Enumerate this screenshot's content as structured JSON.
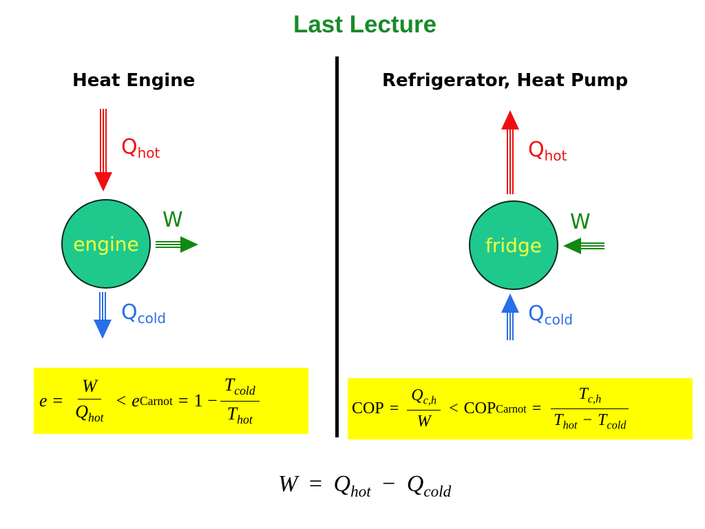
{
  "title": "Last Lecture",
  "left": {
    "heading": "Heat Engine",
    "circle_label": "engine",
    "q_hot": {
      "main": "Q",
      "sub": "hot"
    },
    "q_cold": {
      "main": "Q",
      "sub": "cold"
    },
    "w_label": "W",
    "formula": {
      "e": "e",
      "eq": "=",
      "num": "W",
      "den_main": "Q",
      "den_sub": "hot",
      "lt": "<",
      "e2": "e",
      "carnot": "Carnot",
      "eq2": "=",
      "one_minus": "1 −",
      "tnum_main": "T",
      "tnum_sub": "cold",
      "tden_main": "T",
      "tden_sub": "hot"
    }
  },
  "right": {
    "heading": "Refrigerator, Heat Pump",
    "circle_label": "fridge",
    "q_hot": {
      "main": "Q",
      "sub": "hot"
    },
    "q_cold": {
      "main": "Q",
      "sub": "cold"
    },
    "w_label": "W",
    "formula": {
      "cop": "COP",
      "eq": "=",
      "num_main": "Q",
      "num_sub": "c,h",
      "den": "W",
      "lt": "<",
      "cop2": "COP",
      "carnot": "Carnot",
      "eq2": "=",
      "tnum_main": "T",
      "tnum_sub": "c,h",
      "tden_a_main": "T",
      "tden_a_sub": "hot",
      "tden_minus": "−",
      "tden_b_main": "T",
      "tden_b_sub": "cold"
    }
  },
  "bottom_formula": {
    "w": "W",
    "eq": "=",
    "q1_main": "Q",
    "q1_sub": "hot",
    "minus": "−",
    "q2_main": "Q",
    "q2_sub": "cold"
  },
  "colors": {
    "title": "#1a8a2a",
    "hot": "#ee1010",
    "cold": "#2a6ee8",
    "work": "#118811",
    "circle": "#1fc98e",
    "circle_text": "#f2ff3b",
    "formula_box": "#ffff00"
  }
}
